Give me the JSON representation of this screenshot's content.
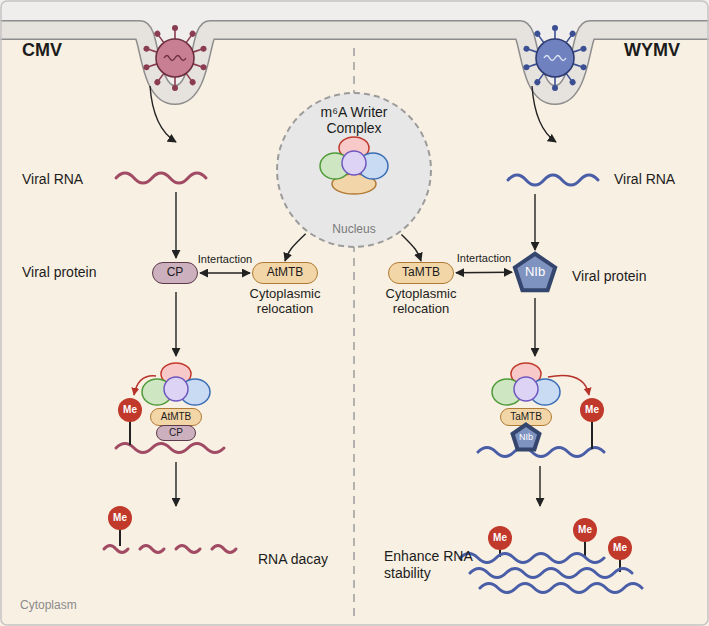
{
  "diagram": {
    "nodes": [
      {
        "text": [
          "m⁶A Writer Complex",
          "Nucleus"
        ]
      },
      {
        "text": [
          "CP"
        ]
      },
      {
        "text": [
          "AtMTB",
          "Cytoplasmic relocation"
        ]
      },
      {
        "text": [
          "TaMTB",
          "Cytoplasmic relocation"
        ]
      },
      {
        "text": [
          "NIb"
        ]
      },
      {
        "text": [
          "AtMTB"
        ]
      },
      {
        "text": [
          "CP"
        ]
      },
      {
        "text": [
          "Me"
        ]
      },
      {
        "text": [
          "Me"
        ]
      },
      {
        "text": [
          "TaMTB"
        ]
      },
      {
        "text": [
          "NIb"
        ]
      },
      {
        "text": [
          "Me"
        ]
      },
      {
        "text": [
          "Me"
        ]
      },
      {
        "text": [
          "Me"
        ]
      },
      {
        "text": [
          "Me"
        ]
      }
    ],
    "edges": [
      {
        "from": 1,
        "to": 2,
        "label": "Intertaction",
        "arrow": "both"
      },
      {
        "from": 3,
        "to": 4,
        "label": "Intertaction",
        "arrow": "both"
      },
      {
        "from": 0,
        "to": 2,
        "arrow": "to"
      },
      {
        "from": 0,
        "to": 3,
        "arrow": "to"
      }
    ],
    "labels": [
      "CMV",
      "WYMV",
      "Viral RNA",
      "Viral RNA",
      "Viral protein",
      "Viral protein",
      "RNA dacay",
      "Enhance RNA stability",
      "Cytoplasm"
    ]
  }
}
